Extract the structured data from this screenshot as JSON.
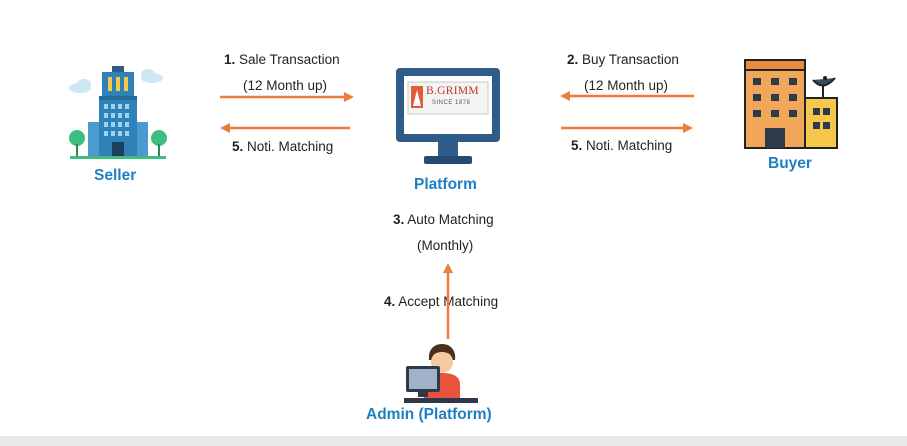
{
  "nodes": {
    "seller": {
      "label": "Seller"
    },
    "platform": {
      "label": "Platform",
      "screen_logo_brand": "B.GRIMM",
      "screen_logo_tagline": "SINCE 1878"
    },
    "buyer": {
      "label": "Buyer"
    },
    "admin": {
      "label": "Admin (Platform)"
    }
  },
  "steps": {
    "sale": {
      "num": "1.",
      "text": "Sale Transaction",
      "sub": "(12 Month up)"
    },
    "buy": {
      "num": "2.",
      "text": "Buy Transaction",
      "sub": "(12 Month up)"
    },
    "auto": {
      "num": "3.",
      "text": "Auto Matching",
      "sub": "(Monthly)"
    },
    "accept": {
      "num": "4.",
      "text": "Accept Matching"
    },
    "noti_left": {
      "num": "5.",
      "text": "Noti. Matching"
    },
    "noti_right": {
      "num": "5.",
      "text": "Noti. Matching"
    }
  },
  "colors": {
    "arrow": "#ee7d3b",
    "label_blue": "#1f7fc4",
    "monitor": "#2f5d8a",
    "building_blue": "#2f82b8",
    "building_orange": "#f2a65a",
    "tree": "#3cbf7d"
  }
}
